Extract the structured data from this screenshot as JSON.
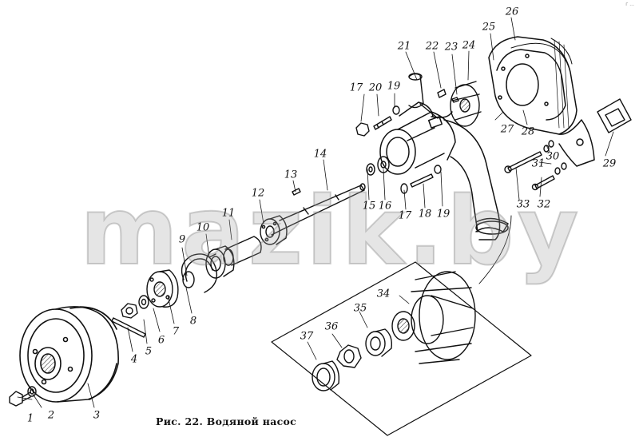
{
  "figure": {
    "caption": "Рис. 22. Водяной насос",
    "watermark": "mazik.by",
    "corner_mark": "г ...",
    "parts": [
      {
        "id": "p1",
        "num": "1"
      },
      {
        "id": "p2",
        "num": "2"
      },
      {
        "id": "p3",
        "num": "3"
      },
      {
        "id": "p4",
        "num": "4"
      },
      {
        "id": "p5",
        "num": "5"
      },
      {
        "id": "p6",
        "num": "6"
      },
      {
        "id": "p7",
        "num": "7"
      },
      {
        "id": "p8",
        "num": "8"
      },
      {
        "id": "p9",
        "num": "9"
      },
      {
        "id": "p10",
        "num": "10"
      },
      {
        "id": "p11",
        "num": "11"
      },
      {
        "id": "p12",
        "num": "12"
      },
      {
        "id": "p13",
        "num": "13"
      },
      {
        "id": "p14",
        "num": "14"
      },
      {
        "id": "p15",
        "num": "15"
      },
      {
        "id": "p16",
        "num": "16"
      },
      {
        "id": "p17a",
        "num": "17"
      },
      {
        "id": "p17b",
        "num": "17"
      },
      {
        "id": "p18",
        "num": "18"
      },
      {
        "id": "p19a",
        "num": "19"
      },
      {
        "id": "p19b",
        "num": "19"
      },
      {
        "id": "p20",
        "num": "20"
      },
      {
        "id": "p21",
        "num": "21"
      },
      {
        "id": "p22",
        "num": "22"
      },
      {
        "id": "p23",
        "num": "23"
      },
      {
        "id": "p24",
        "num": "24"
      },
      {
        "id": "p25",
        "num": "25"
      },
      {
        "id": "p26",
        "num": "26"
      },
      {
        "id": "p27",
        "num": "27"
      },
      {
        "id": "p28",
        "num": "28"
      },
      {
        "id": "p29",
        "num": "29"
      },
      {
        "id": "p30",
        "num": "30"
      },
      {
        "id": "p31",
        "num": "31"
      },
      {
        "id": "p32",
        "num": "32"
      },
      {
        "id": "p33",
        "num": "33"
      },
      {
        "id": "p34",
        "num": "34"
      },
      {
        "id": "p35",
        "num": "35"
      },
      {
        "id": "p36",
        "num": "36"
      },
      {
        "id": "p37",
        "num": "37"
      }
    ]
  }
}
